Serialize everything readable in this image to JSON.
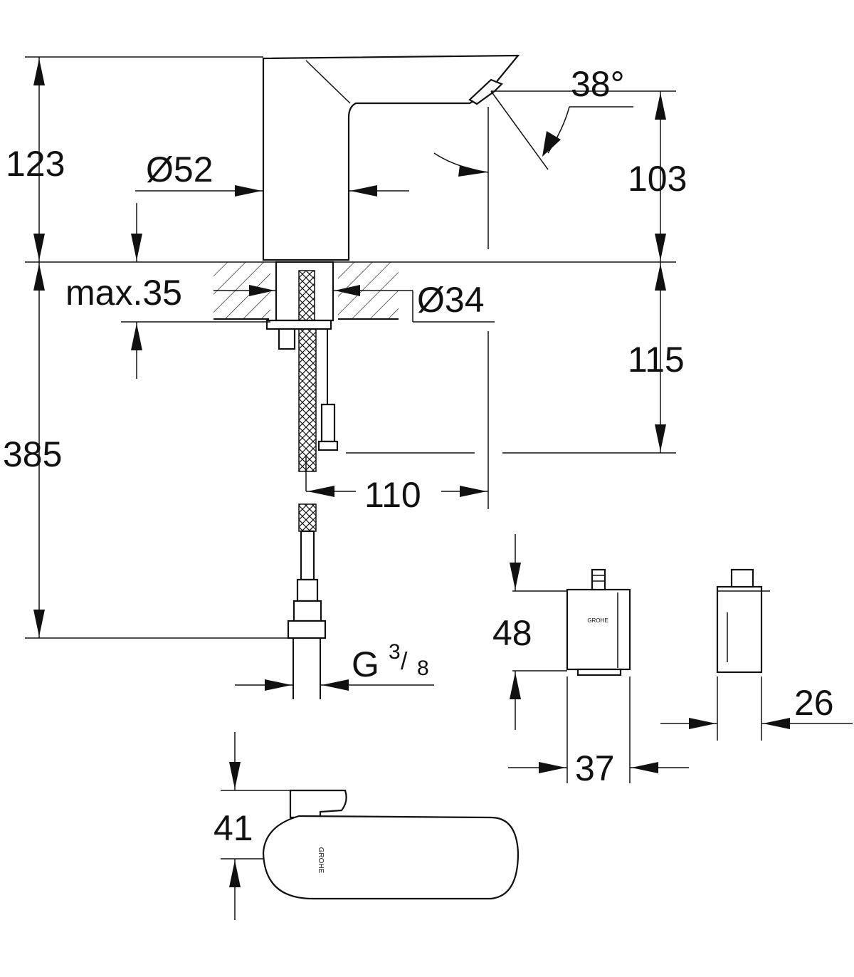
{
  "dimensions": {
    "height_spout": "123",
    "spout_diameter": "Ø52",
    "angle": "38°",
    "height_outlet": "103",
    "max_deck_thickness": "max.35",
    "hole_diameter": "Ø34",
    "below_deck": "115",
    "total_length": "385",
    "reach": "110",
    "connection_prefix": "G",
    "connection_num": "3",
    "connection_den": "8",
    "box_height": "48",
    "box_width": "37",
    "box_depth": "26",
    "top_view_height": "41"
  },
  "logo": {
    "text": "GROHE"
  }
}
